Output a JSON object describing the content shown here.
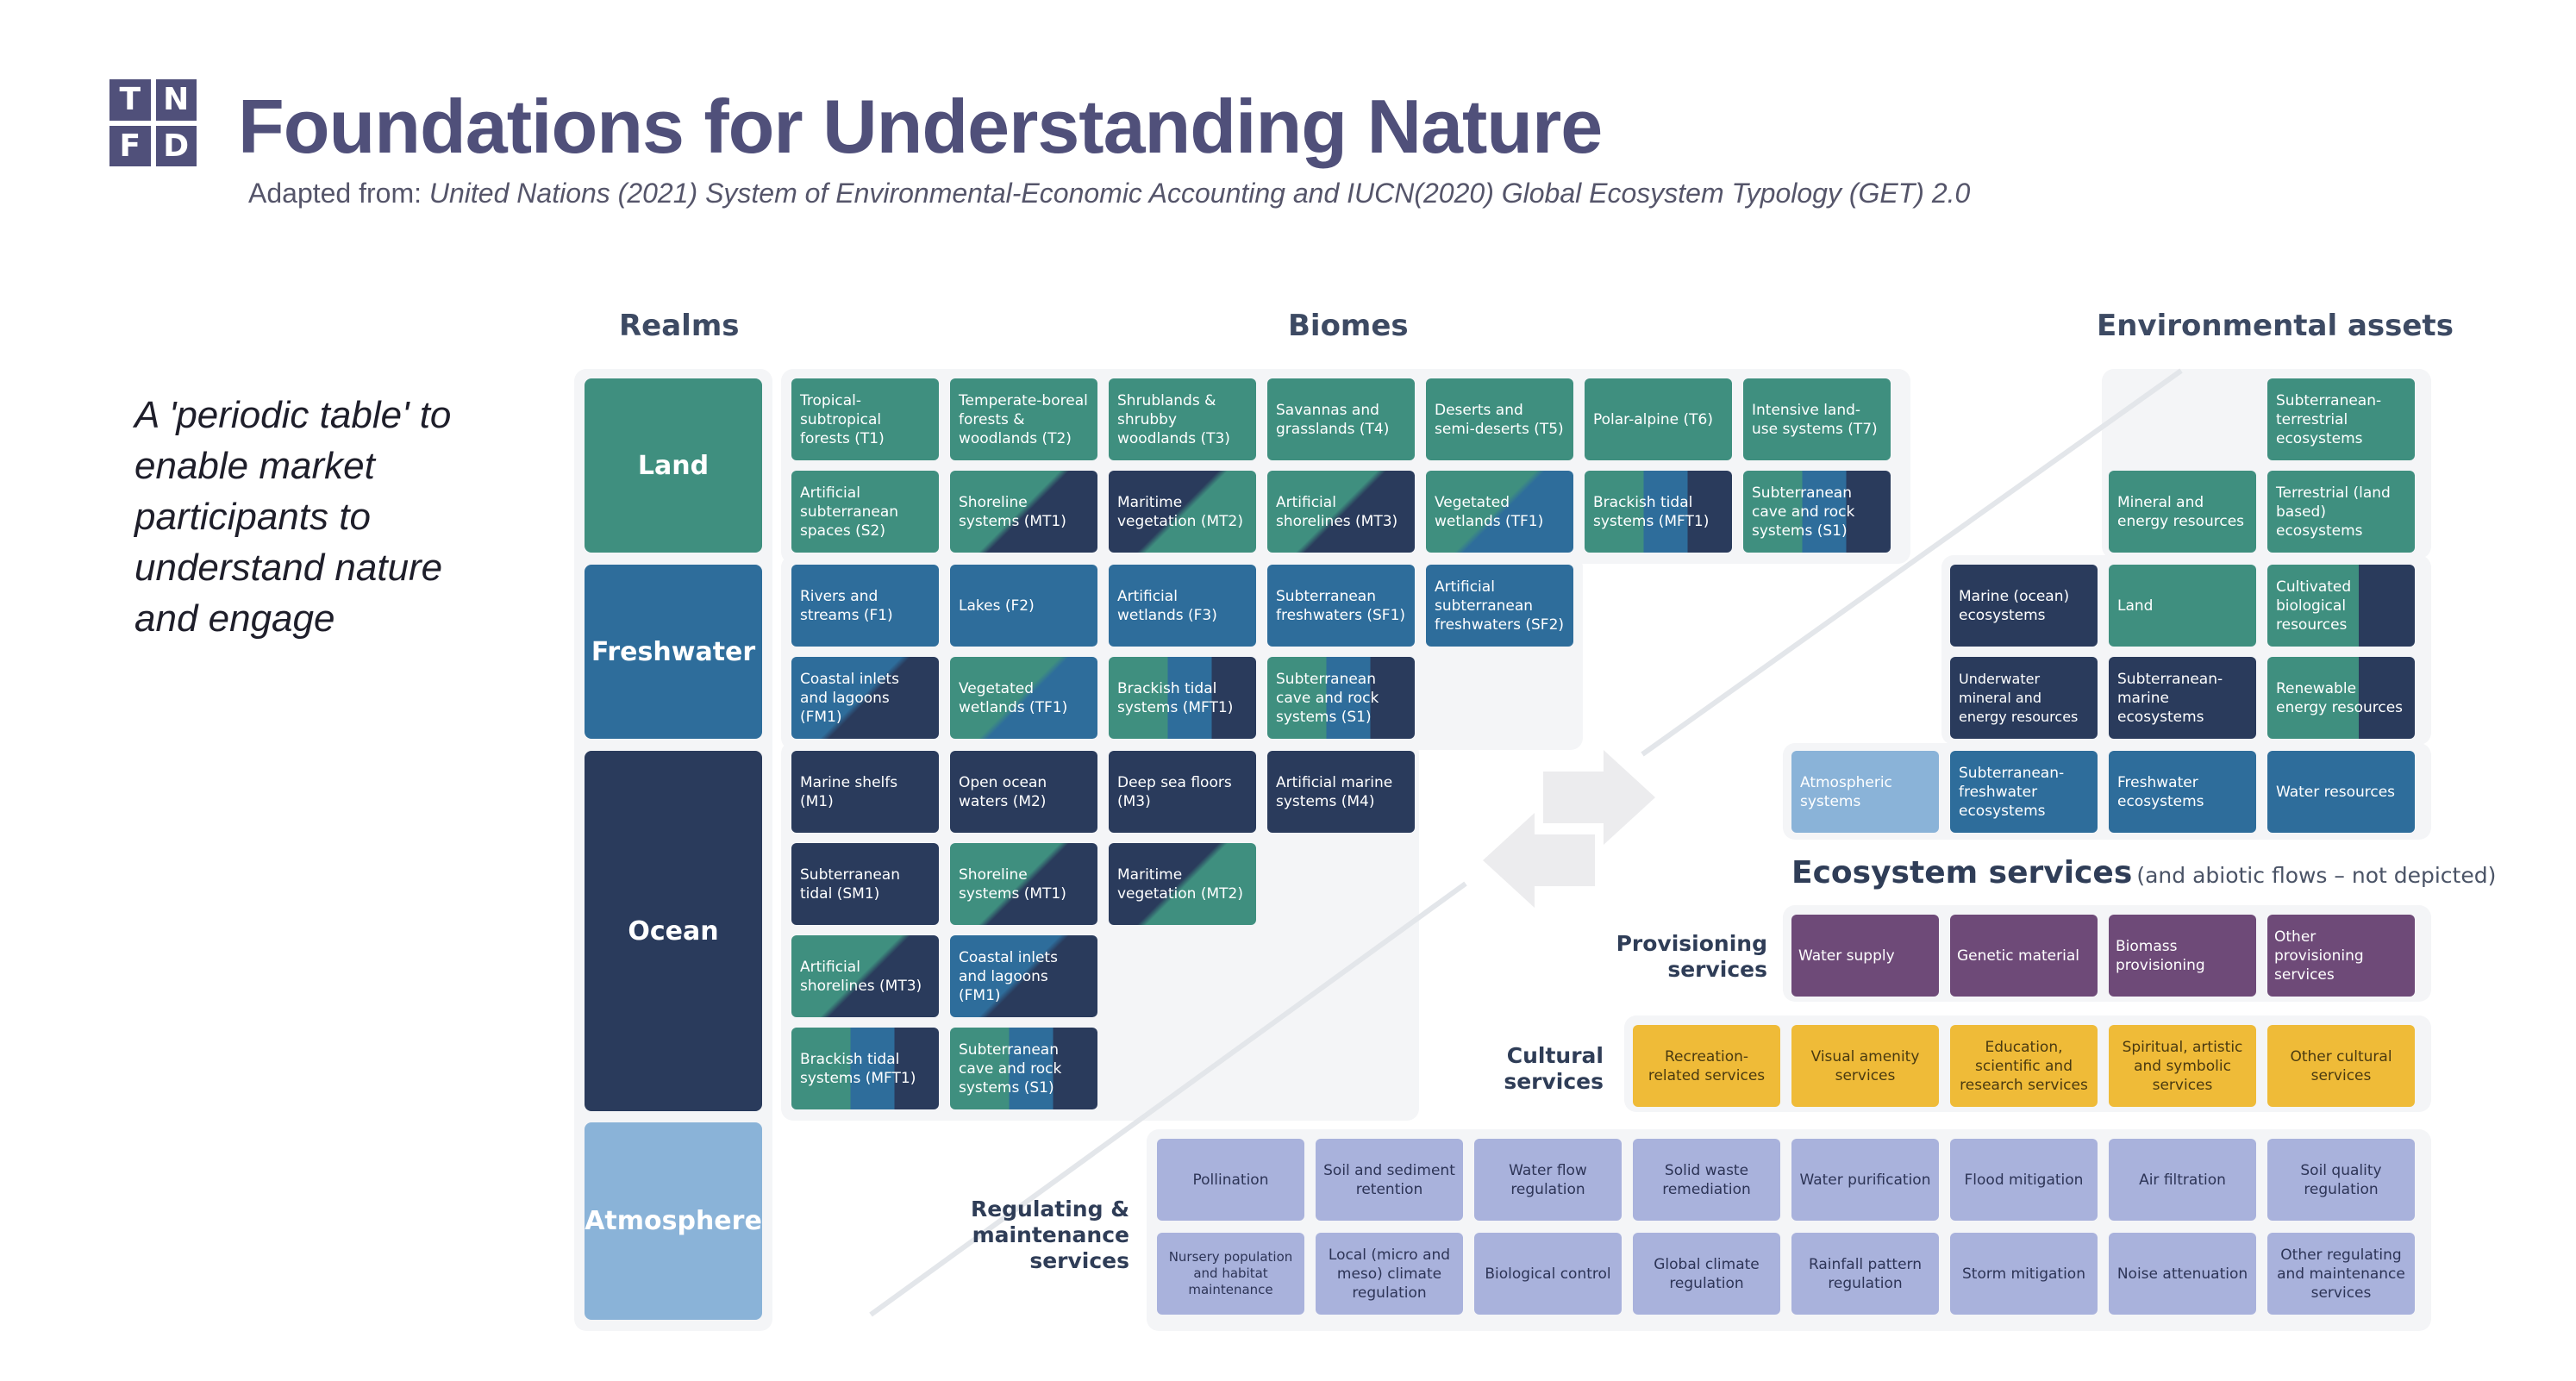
{
  "logo": {
    "letters": [
      "T",
      "N",
      "F",
      "D"
    ]
  },
  "header": {
    "title": "Foundations for Understanding Nature",
    "subtitle_prefix": "Adapted from: ",
    "subtitle_italic": "United Nations (2021) System of Environmental-Economic Accounting and IUCN(2020) Global Ecosystem Typology (GET) 2.0"
  },
  "tagline": "A 'periodic table' to enable market participants to understand nature and engage",
  "columns": {
    "realms": "Realms",
    "biomes": "Biomes",
    "assets": "Environmental assets"
  },
  "realms": [
    "Land",
    "Freshwater",
    "Ocean",
    "Atmosphere"
  ],
  "biomes": {
    "land_row1": [
      "Tropical-subtropical forests (T1)",
      "Temperate-boreal forests & woodlands (T2)",
      "Shrublands & shrubby woodlands (T3)",
      "Savannas and grasslands (T4)",
      "Deserts and semi-deserts (T5)",
      "Polar-alpine (T6)",
      "Intensive land-use systems (T7)"
    ],
    "land_row2": [
      "Artificial subterranean spaces (S2)",
      "Shoreline systems (MT1)",
      "Maritime vegetation (MT2)",
      "Artificial shorelines (MT3)",
      "Vegetated wetlands (TF1)",
      "Brackish tidal systems (MFT1)",
      "Subterranean cave and rock systems (S1)"
    ],
    "fresh_row1": [
      "Rivers and streams (F1)",
      "Lakes (F2)",
      "Artificial wetlands (F3)",
      "Subterranean freshwaters (SF1)",
      "Artificial subterranean freshwaters (SF2)"
    ],
    "fresh_row2": [
      "Coastal inlets and lagoons (FM1)",
      "Vegetated wetlands (TF1)",
      "Brackish tidal systems (MFT1)",
      "Subterranean cave and rock systems (S1)"
    ],
    "ocean_row1": [
      "Marine shelfs (M1)",
      "Open ocean waters (M2)",
      "Deep sea floors (M3)",
      "Artificial marine systems (M4)"
    ],
    "ocean_row2": [
      "Subterranean tidal (SM1)",
      "Shoreline systems (MT1)",
      "Maritime vegetation (MT2)"
    ],
    "ocean_row3": [
      "Artificial shorelines (MT3)",
      "Coastal inlets and lagoons (FM1)"
    ],
    "ocean_row4": [
      "Brackish tidal systems (MFT1)",
      "Subterranean cave and rock systems (S1)"
    ]
  },
  "assets": {
    "row1": [
      "Subterranean-terrestrial ecosystems"
    ],
    "row2": [
      "Mineral and energy resources",
      "Terrestrial (land based) ecosystems"
    ],
    "row3": [
      "Marine (ocean) ecosystems",
      "Land",
      "Cultivated biological resources"
    ],
    "row4": [
      "Underwater mineral and energy resources",
      "Subterranean-marine ecosystems",
      "Renewable energy resources"
    ],
    "row5": [
      "Atmospheric systems",
      "Subterranean-freshwater ecosystems",
      "Freshwater ecosystems",
      "Water resources"
    ]
  },
  "ecosystem_services": {
    "title": "Ecosystem services",
    "subtitle": "(and abiotic flows – not depicted)",
    "provisioning_label": "Provisioning services",
    "provisioning": [
      "Water supply",
      "Genetic material",
      "Biomass provisioning",
      "Other provisioning services"
    ],
    "cultural_label": "Cultural services",
    "cultural": [
      "Recreation-related services",
      "Visual amenity services",
      "Education, scientific and research services",
      "Spiritual, artistic and symbolic services",
      "Other cultural services"
    ],
    "regulating_label": "Regulating & maintenance services",
    "regulating_row1": [
      "Pollination",
      "Soil and sediment retention",
      "Water flow regulation",
      "Solid waste remediation",
      "Water purification",
      "Flood mitigation",
      "Air filtration",
      "Soil quality regulation"
    ],
    "regulating_row2": [
      "Nursery population and habitat maintenance",
      "Local (micro and meso) climate regulation",
      "Biological control",
      "Global climate regulation",
      "Rainfall pattern regulation",
      "Storm mitigation",
      "Noise attenuation",
      "Other regulating and maintenance services"
    ]
  },
  "colors": {
    "land": "#3f8f7f",
    "freshwater": "#2e6d9b",
    "ocean": "#2a3b5c",
    "atmosphere": "#8ab3d8",
    "provisioning": "#6e4a78",
    "cultural": "#efbb38",
    "regulating": "#a9b2dc",
    "title": "#50507a"
  }
}
